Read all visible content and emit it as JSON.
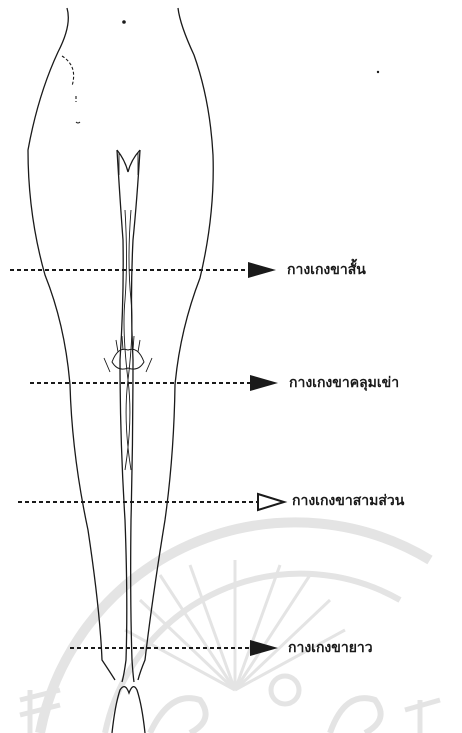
{
  "labels": {
    "shorts": "กางเกงขาสั้น",
    "knee": "กางเกงขาคลุมเข่า",
    "three_quarter": "กางเกงขาสามส่วน",
    "long": "กางเกงขายาว"
  },
  "colors": {
    "ink": "#1a1a1a",
    "watermark": "#e6e6e6",
    "background": "#ffffff"
  }
}
